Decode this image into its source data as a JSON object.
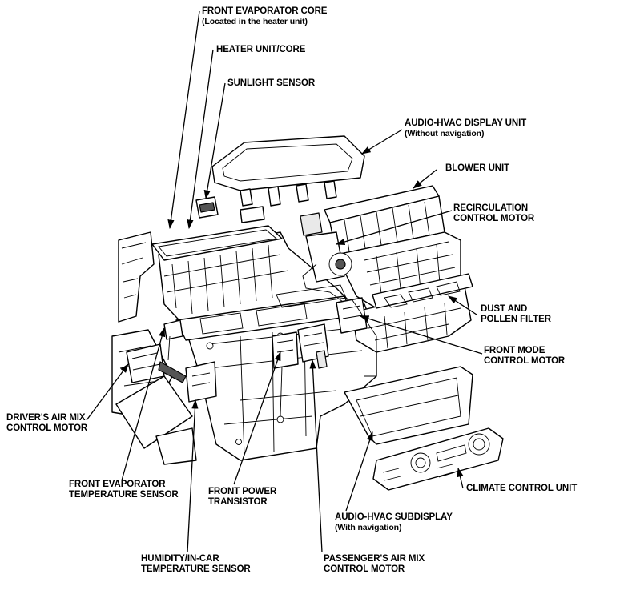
{
  "labels": {
    "front_evaporator_core": {
      "line1": "FRONT EVAPORATOR CORE",
      "line2": "(Located in the heater unit)"
    },
    "heater_unit_core": {
      "line1": "HEATER UNIT/CORE"
    },
    "sunlight_sensor": {
      "line1": "SUNLIGHT SENSOR"
    },
    "audio_hvac_display_unit": {
      "line1": "AUDIO-HVAC DISPLAY UNIT",
      "line2": "(Without navigation)"
    },
    "blower_unit": {
      "line1": "BLOWER UNIT"
    },
    "recirculation_control_motor": {
      "line1": "RECIRCULATION",
      "line2": "CONTROL MOTOR"
    },
    "dust_pollen_filter": {
      "line1": "DUST AND",
      "line2": "POLLEN FILTER"
    },
    "front_mode_control_motor": {
      "line1": "FRONT MODE",
      "line2": "CONTROL MOTOR"
    },
    "drivers_air_mix_motor": {
      "line1": "DRIVER'S AIR MIX",
      "line2": "CONTROL MOTOR"
    },
    "climate_control_unit": {
      "line1": "CLIMATE CONTROL UNIT"
    },
    "front_evaporator_temp_sensor": {
      "line1": "FRONT EVAPORATOR",
      "line2": "TEMPERATURE SENSOR"
    },
    "front_power_transistor": {
      "line1": "FRONT POWER",
      "line2": "TRANSISTOR"
    },
    "audio_hvac_subdisplay": {
      "line1": "AUDIO-HVAC SUBDISPLAY",
      "line2": "(With navigation)"
    },
    "humidity_in_car_sensor": {
      "line1": "HUMIDITY/IN-CAR",
      "line2": "TEMPERATURE SENSOR"
    },
    "passengers_air_mix_motor": {
      "line1": "PASSENGER'S AIR MIX",
      "line2": "CONTROL MOTOR"
    }
  }
}
